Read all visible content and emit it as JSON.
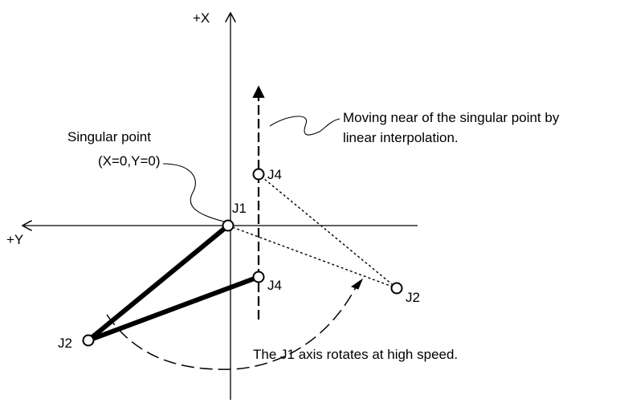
{
  "axes": {
    "x_label": "+X",
    "y_label": "+Y"
  },
  "points": {
    "j1": "J1",
    "j4_upper": "J4",
    "j4_lower": "J4",
    "j2_right": "J2",
    "j2_left": "J2"
  },
  "annotations": {
    "singular_point_title": "Singular point",
    "singular_point_coords": "(X=0,Y=0)",
    "moving_line1": "Moving near of the singular point by",
    "moving_line2": "linear interpolation.",
    "rotation_note": "The J1 axis rotates at high speed."
  },
  "colors": {
    "ink": "#000000",
    "background": "#ffffff"
  }
}
